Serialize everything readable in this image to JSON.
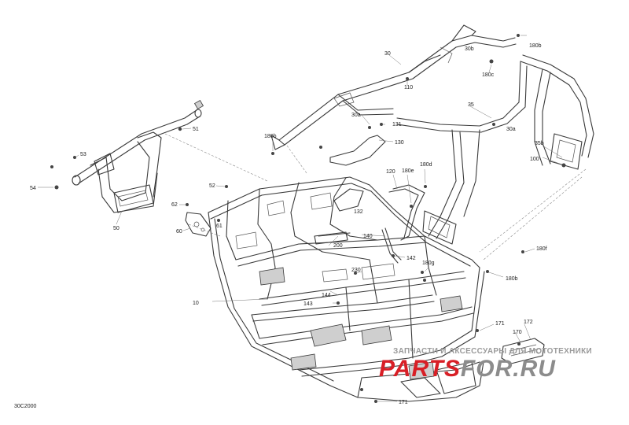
{
  "diagram_code": "30C2000",
  "callouts": [
    {
      "id": "c30",
      "label": "30"
    },
    {
      "id": "c30b",
      "label": "30b"
    },
    {
      "id": "c180b_top",
      "label": "180b"
    },
    {
      "id": "c180c",
      "label": "180c"
    },
    {
      "id": "c110",
      "label": "110"
    },
    {
      "id": "c35",
      "label": "35"
    },
    {
      "id": "c30a_l",
      "label": "30a"
    },
    {
      "id": "c131",
      "label": "131"
    },
    {
      "id": "c30a_r",
      "label": "30a"
    },
    {
      "id": "c35b",
      "label": "35b"
    },
    {
      "id": "c100",
      "label": "100"
    },
    {
      "id": "c180b_l",
      "label": "180b"
    },
    {
      "id": "c130",
      "label": "130"
    },
    {
      "id": "c51",
      "label": "51"
    },
    {
      "id": "c53",
      "label": "53"
    },
    {
      "id": "c54",
      "label": "54"
    },
    {
      "id": "c50",
      "label": "50"
    },
    {
      "id": "c52",
      "label": "52"
    },
    {
      "id": "c62",
      "label": "62"
    },
    {
      "id": "c61",
      "label": "61"
    },
    {
      "id": "c60",
      "label": "60"
    },
    {
      "id": "c120",
      "label": "120"
    },
    {
      "id": "c180e",
      "label": "180e"
    },
    {
      "id": "c180d",
      "label": "180d"
    },
    {
      "id": "c132",
      "label": "132"
    },
    {
      "id": "c140",
      "label": "140"
    },
    {
      "id": "c200",
      "label": "200"
    },
    {
      "id": "c142",
      "label": "142"
    },
    {
      "id": "c180g",
      "label": "180g"
    },
    {
      "id": "c180f",
      "label": "180f"
    },
    {
      "id": "c180b_r",
      "label": "180b"
    },
    {
      "id": "c230",
      "label": "230"
    },
    {
      "id": "c10",
      "label": "10"
    },
    {
      "id": "c144",
      "label": "144"
    },
    {
      "id": "c143",
      "label": "143"
    },
    {
      "id": "c171_r",
      "label": "171"
    },
    {
      "id": "c172",
      "label": "172"
    },
    {
      "id": "c170",
      "label": "170"
    },
    {
      "id": "c171_b",
      "label": "171"
    }
  ],
  "watermark": {
    "tagline": "ЗАПЧАСТИ И АКСЕССУАРЫ ДЛЯ МОТОТЕХНИКИ",
    "brand_red": "PARTS",
    "brand_grey": "FOR.RU",
    "color_red": "#d81f26",
    "color_grey": "#8c8c8c"
  }
}
